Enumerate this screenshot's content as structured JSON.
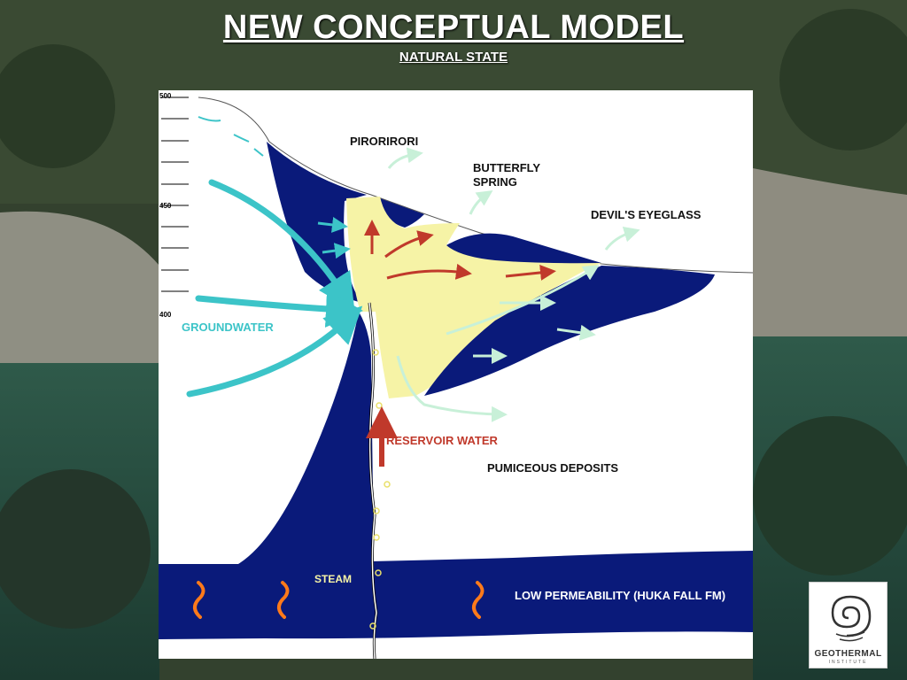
{
  "header": {
    "title": "NEW CONCEPTUAL MODEL",
    "subtitle": "NATURAL STATE"
  },
  "diagram": {
    "scale_labels": [
      "500",
      "450",
      "400"
    ],
    "labels": {
      "pirorirori": "PIRORIRORI",
      "butterfly_line1": "BUTTERFLY",
      "butterfly_line2": "SPRING",
      "devils_eyeglass": "DEVIL'S EYEGLASS",
      "groundwater": "GROUNDWATER",
      "reservoir_water": "RESERVOIR WATER",
      "pumiceous_deposits": "PUMICEOUS DEPOSITS",
      "steam": "STEAM",
      "low_permeability": "LOW PERMEABILITY (HUKA FALL FM)"
    },
    "colors": {
      "dark_blue": "#0a1a7a",
      "yellow_zone": "#f6f3a6",
      "groundwater": "#3cc4c8",
      "reservoir_arrow": "#c0392b",
      "steam_squiggle": "#ff7a1a",
      "label_dark": "#111111"
    }
  },
  "logo": {
    "name": "GEOTHERMAL",
    "subtitle": "INSTITUTE"
  }
}
